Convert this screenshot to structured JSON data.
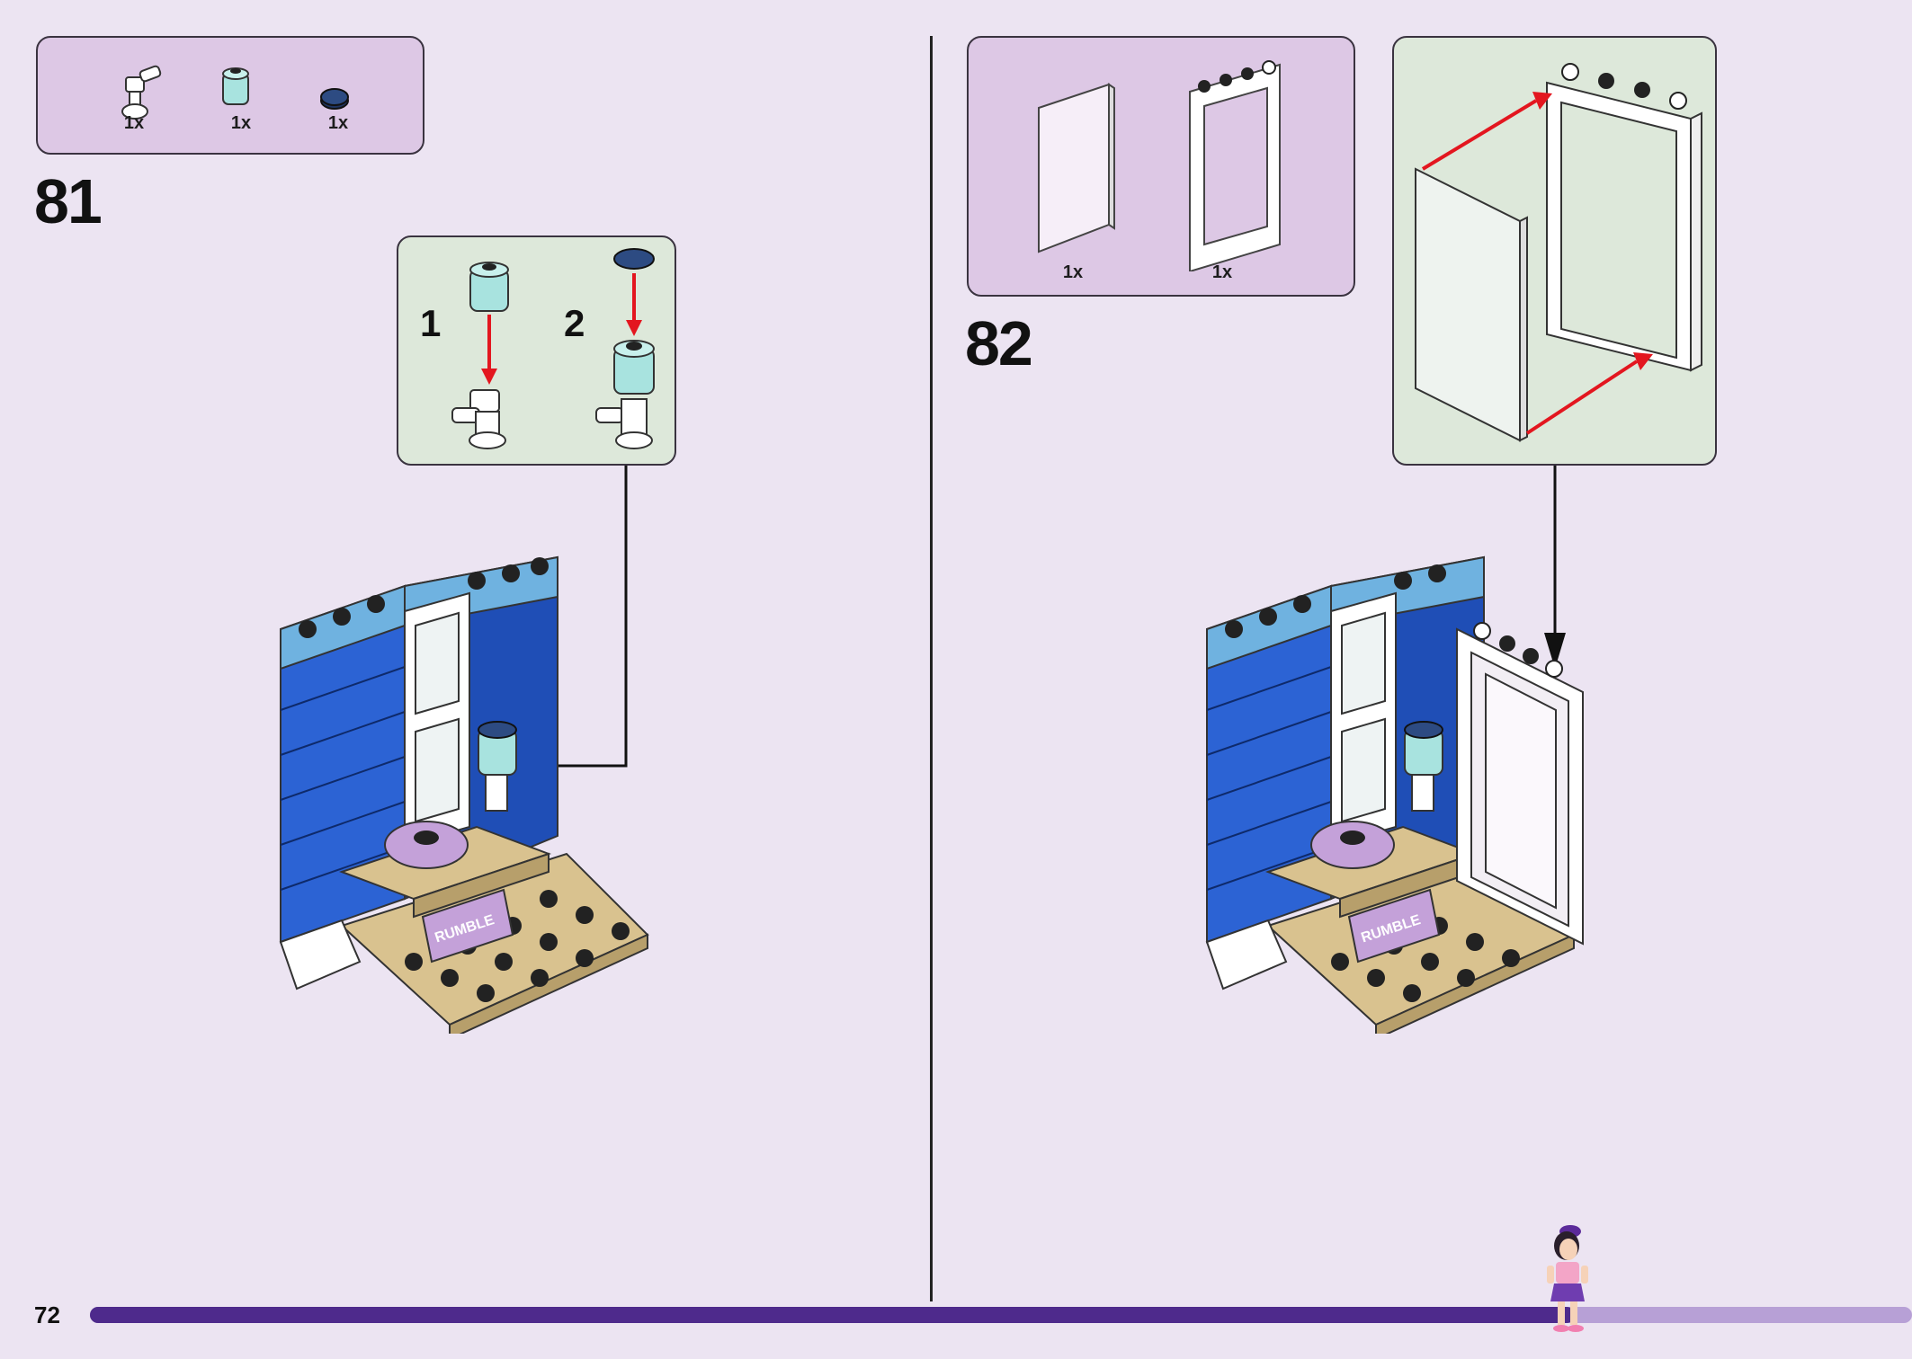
{
  "page": {
    "number": "72",
    "progress_fraction": 0.815,
    "colors": {
      "background": "#ece4f2",
      "parts_box": "#ddc8e5",
      "sub_box": "#dde8da",
      "progress_fill": "#4e2a8c",
      "progress_track": "#b7a0d6",
      "arrow_red": "#e3161f"
    }
  },
  "step81": {
    "number": "81",
    "parts": [
      {
        "name": "white-faucet-piece",
        "qty": "1x"
      },
      {
        "name": "trans-light-blue-round-brick",
        "qty": "1x"
      },
      {
        "name": "dark-blue-round-tile",
        "qty": "1x"
      }
    ],
    "substeps": [
      "1",
      "2"
    ]
  },
  "step82": {
    "number": "82",
    "parts": [
      {
        "name": "glass-pane",
        "qty": "1x"
      },
      {
        "name": "white-window-frame",
        "qty": "1x"
      }
    ]
  },
  "model": {
    "sign_text": "RUMBLE"
  }
}
